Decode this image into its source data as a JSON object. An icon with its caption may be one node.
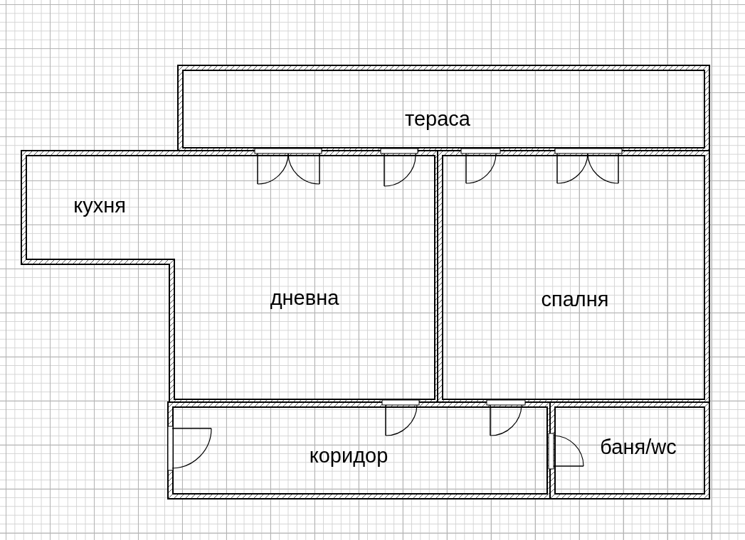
{
  "diagram": {
    "nodes": [
      {
        "text": [
          "тераса"
        ]
      },
      {
        "text": [
          "кухня",
          "дневна"
        ]
      },
      {
        "text": [
          "спалня"
        ]
      },
      {
        "text": [
          "коридор"
        ]
      },
      {
        "text": [
          "баня/wc"
        ]
      }
    ]
  }
}
